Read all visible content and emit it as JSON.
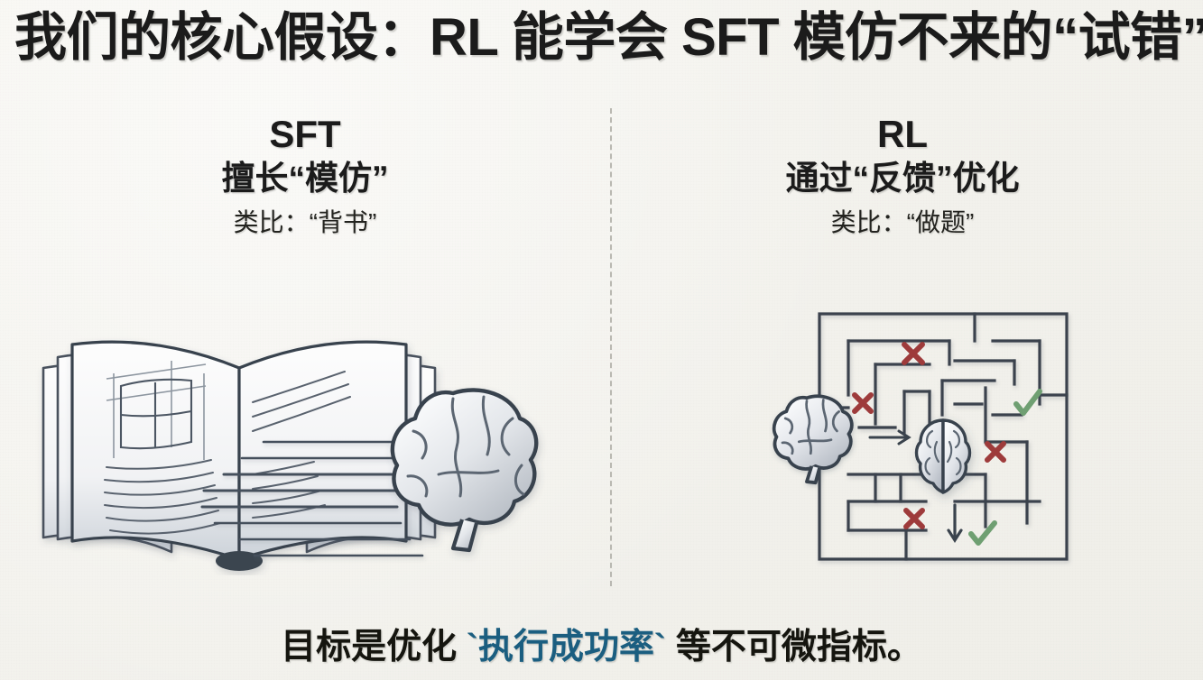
{
  "slide": {
    "title": "我们的核心假设：RL 能学会 SFT 模仿不来的“试错”",
    "background_color": "#f3f2ed",
    "text_color": "#1b1b1b"
  },
  "columns": [
    {
      "key": "sft",
      "title": "SFT",
      "subtitle": "擅长“模仿”",
      "analogy": "类比：“背书”",
      "illustration": "open-book-to-brain"
    },
    {
      "key": "rl",
      "title": "RL",
      "subtitle": "通过“反馈”优化",
      "analogy": "类比：“做题”",
      "illustration": "maze-with-brain-trial-and-error"
    }
  ],
  "divider": {
    "style": "dashed-vertical",
    "color": "#b9b8b1"
  },
  "caption": {
    "prefix": "目标是优化 ",
    "code": "`执行成功率`",
    "suffix": " 等不可微指标。",
    "code_color": "#1b5e80"
  },
  "illustration_colors": {
    "line": "#3a434d",
    "line_soft": "#8d96a0",
    "brain_fill_light": "#f2f3f5",
    "brain_fill_dark": "#b9bec6",
    "cross_red": "#9e3b3b",
    "check_green": "#6f9f72"
  },
  "maze_markers": {
    "crosses": 4,
    "checks": 2,
    "entry_arrow": "right-arrow",
    "exit_arrow": "down-arrow"
  }
}
